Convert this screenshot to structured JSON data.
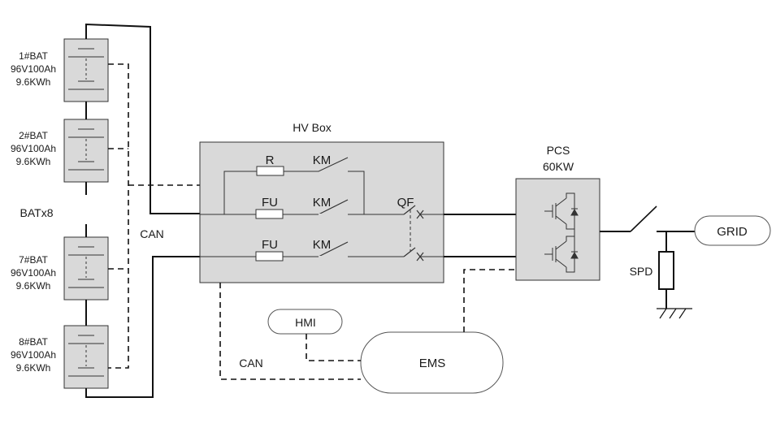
{
  "batteries": [
    {
      "id": "1#BAT",
      "spec": "96V100Ah",
      "energy": "9.6KWh"
    },
    {
      "id": "2#BAT",
      "spec": "96V100Ah",
      "energy": "9.6KWh"
    },
    {
      "id": "7#BAT",
      "spec": "96V100Ah",
      "energy": "9.6KWh"
    },
    {
      "id": "8#BAT",
      "spec": "96V100Ah",
      "energy": "9.6KWh"
    }
  ],
  "bat_group_label": "BATx8",
  "can_label_left": "CAN",
  "can_label_bottom": "CAN",
  "hv_box": {
    "title": "HV Box",
    "resistor": "R",
    "contactor_top": "KM",
    "fuse_mid": "FU",
    "contactor_mid": "KM",
    "breaker": "QF",
    "fuse_bottom": "FU",
    "contactor_bottom": "KM"
  },
  "pcs": {
    "title": "PCS",
    "power": "60KW"
  },
  "grid_label": "GRID",
  "spd_label": "SPD",
  "hmi_label": "HMI",
  "ems_label": "EMS"
}
